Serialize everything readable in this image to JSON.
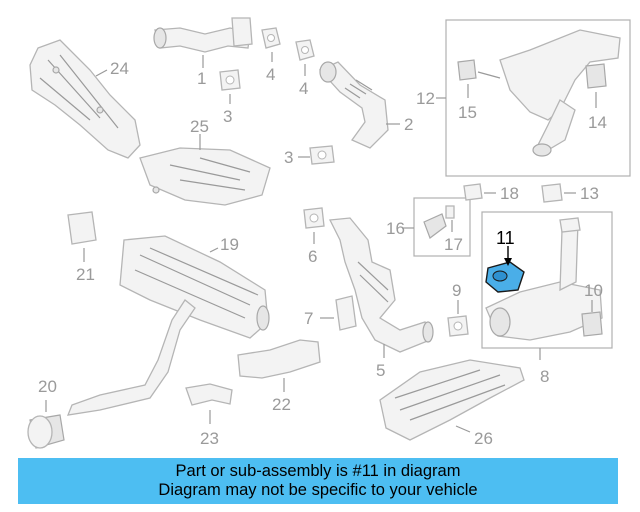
{
  "callouts": {
    "c1": "1",
    "c2": "2",
    "c3a": "3",
    "c3b": "3",
    "c4a": "4",
    "c4b": "4",
    "c5": "5",
    "c6": "6",
    "c7": "7",
    "c8": "8",
    "c9": "9",
    "c10": "10",
    "c11": "11",
    "c12": "12",
    "c13": "13",
    "c14": "14",
    "c15": "15",
    "c16": "16",
    "c17": "17",
    "c18": "18",
    "c19": "19",
    "c20": "20",
    "c21": "21",
    "c22": "22",
    "c23": "23",
    "c24": "24",
    "c25": "25",
    "c26": "26"
  },
  "highlight": {
    "part_number": "11",
    "color": "#4aaee8"
  },
  "banner": {
    "line1": "Part or sub-assembly is #11 in diagram",
    "line2": "Diagram may not be specific to your vehicle",
    "background": "#4dbef2"
  }
}
